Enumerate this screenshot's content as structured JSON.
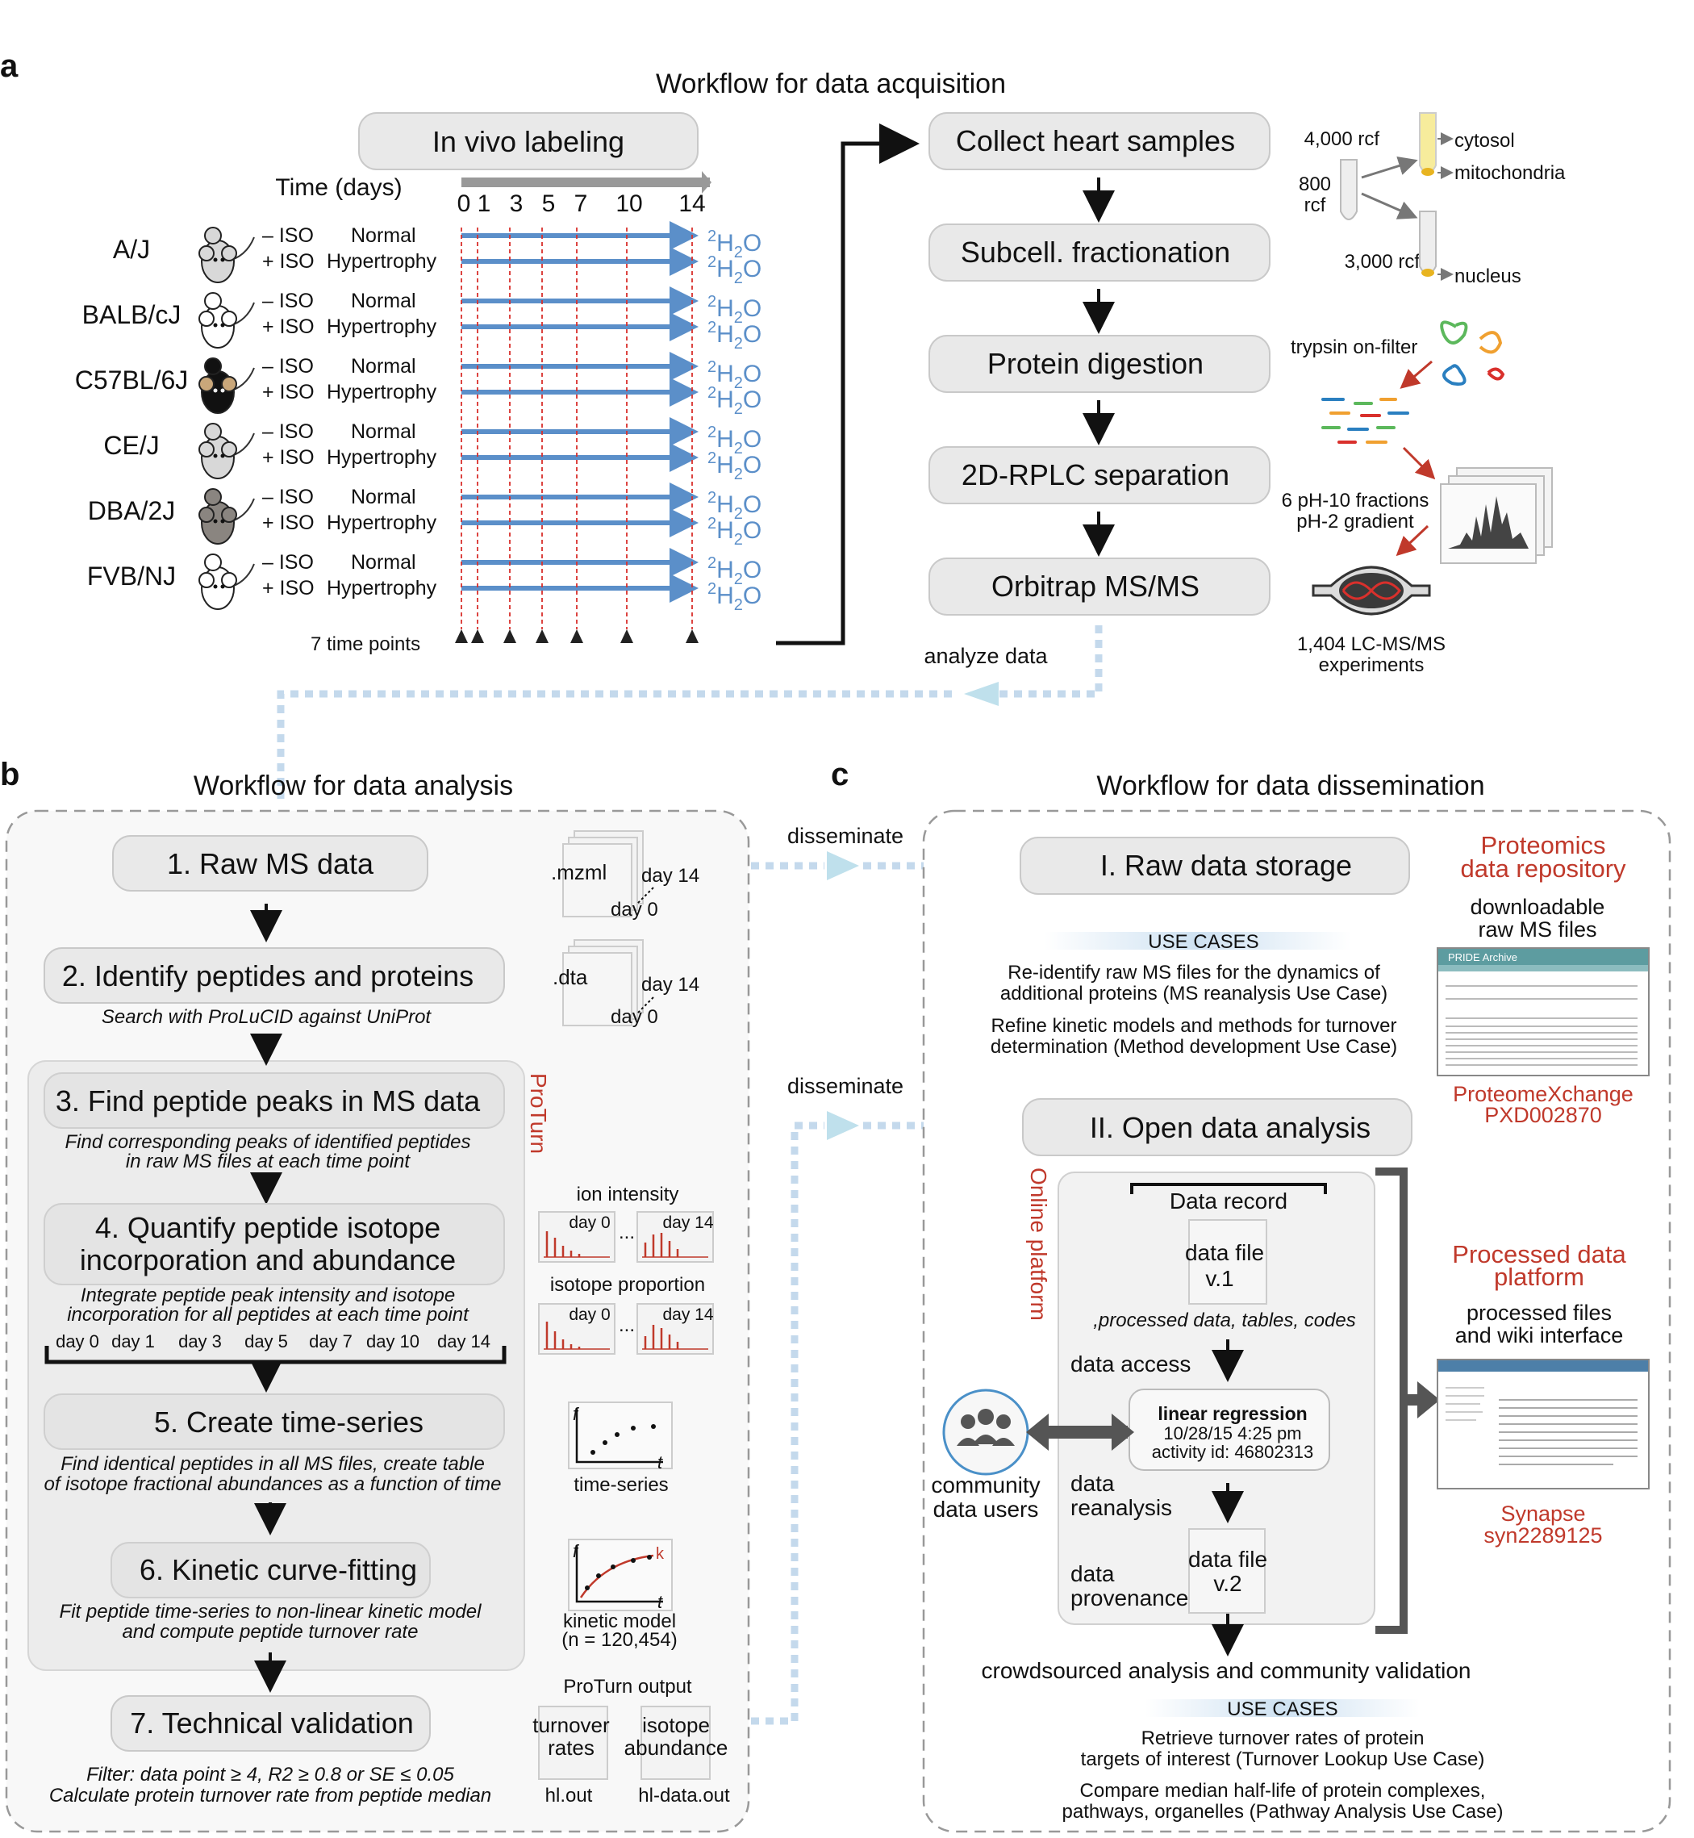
{
  "panel_a": {
    "letter": "a",
    "title": "Workflow for data acquisition",
    "in_vivo_box": "In vivo labeling",
    "time_label": "Time (days)",
    "time_ticks": [
      "0",
      "1",
      "3",
      "5",
      "7",
      "10",
      "14"
    ],
    "strains": [
      {
        "name": "A/J",
        "mouse": "grey"
      },
      {
        "name": "BALB/cJ",
        "mouse": "white"
      },
      {
        "name": "C57BL/6J",
        "mouse": "black"
      },
      {
        "name": "CE/J",
        "mouse": "grey"
      },
      {
        "name": "DBA/2J",
        "mouse": "brown"
      },
      {
        "name": "FVB/NJ",
        "mouse": "white"
      }
    ],
    "cond_minus": "– ISO",
    "cond_plus": "+ ISO",
    "normal": "Normal",
    "hypertrophy": "Hypertrophy",
    "water_sup": "2",
    "water_h": "H",
    "water_sub": "2",
    "water_o": "O",
    "time_points": "7 time points",
    "steps": [
      "Collect heart samples",
      "Subcell. fractionation",
      "Protein digestion",
      "2D-RPLC separation",
      "Orbitrap MS/MS"
    ],
    "rcf_4000": "4,000 rcf",
    "rcf_800a": "800",
    "rcf_800b": "rcf",
    "rcf_3000": "3,000 rcf",
    "cytosol": "cytosol",
    "mitochondria": "mitochondria",
    "nucleus": "nucleus",
    "trypsin": "trypsin on-filter",
    "fractions1": "6 pH-10 fractions",
    "fractions2": "pH-2 gradient",
    "experiments1": "1,404 LC-MS/MS",
    "experiments2": "experiments",
    "analyze": "analyze data"
  },
  "panel_b": {
    "letter": "b",
    "title": "Workflow for data analysis",
    "step1": "1. Raw MS data",
    "step2": "2. Identify peptides and proteins",
    "step2_sub": "Search with ProLuCID against UniProt",
    "step3": "3. Find peptide peaks in MS data",
    "step3_sub1": "Find corresponding peaks of identified peptides",
    "step3_sub2": "in raw MS files at each time point",
    "proturn": "ProTurn",
    "step4a": "4. Quantify peptide isotope",
    "step4b": "incorporation and abundance",
    "step4_sub1": "Integrate peptide peak intensity and isotope",
    "step4_sub2": "incorporation for all peptides at each time point",
    "days": [
      "day 0",
      "day 1",
      "day 3",
      "day 5",
      "day 7",
      "day 10",
      "day 14"
    ],
    "step5": "5. Create time-series",
    "step5_sub1": "Find identical peptides in all MS files, create table",
    "step5_sub2": "of isotope fractional abundances as a function of time",
    "step6": "6. Kinetic curve-fitting",
    "step6_sub1": "Fit peptide time-series to non-linear kinetic model",
    "step6_sub2": "and compute peptide turnover rate",
    "step7": "7. Technical validation",
    "step7_sub1": "Filter: data point ≥ 4,  R2 ≥ 0.8 or SE ≤ 0.05",
    "step7_sub2": "Calculate protein turnover rate from peptide median",
    "mzml": ".mzml",
    "dta": ".dta",
    "day14": "day 14",
    "day0": "day 0",
    "ion_intensity": "ion intensity",
    "isotope_proportion": "isotope proportion",
    "ellipsis": "...",
    "timeseries": "time-series",
    "f": "f",
    "t": "t",
    "k": "k",
    "kinetic1": "kinetic model",
    "kinetic2": "(n = 120,454)",
    "output_title": "ProTurn output",
    "turnover1": "turnover",
    "turnover2": "rates",
    "isotope1": "isotope",
    "isotope2": "abundance",
    "hlout": "hl.out",
    "hldata": "hl-data.out"
  },
  "panel_c": {
    "letter": "c",
    "title": "Workflow for data dissemination",
    "disseminate": "disseminate",
    "storage": "I. Raw data storage",
    "use_cases": "USE CASES",
    "uc1a": "Re-identify raw MS files for the dynamics of",
    "uc1b": "additional proteins (MS reanalysis Use Case)",
    "uc2a": "Refine kinetic models and methods for turnover",
    "uc2b": "determination (Method development Use Case)",
    "repo1": "Proteomics",
    "repo2": "data repository",
    "dl1": "downloadable",
    "dl2": "raw MS files",
    "pride": "PRIDE Archive",
    "px1": "ProteomeXchange",
    "px2": "PXD002870",
    "open": "II. Open data analysis",
    "online": "Online platform",
    "data_record": "Data record",
    "data_file": "data file",
    "v1": "v.1",
    "v2": "v.2",
    "processed": ",processed data, tables, codes",
    "data_access": "data access",
    "lr_title": "linear regression",
    "lr_date": "10/28/15 4:25 pm",
    "lr_id": "activity id: 46802313",
    "community1": "community",
    "community2": "data users",
    "reanalysis1": "data",
    "reanalysis2": "reanalysis",
    "provenance1": "data",
    "provenance2": "provenance",
    "proc1": "Processed data",
    "proc2": "platform",
    "procfiles1": "processed files",
    "procfiles2": "and wiki interface",
    "synapse1": "Synapse",
    "synapse2": "syn2289125",
    "crowd": "crowdsourced analysis and community validation",
    "use_cases2": "USE CASES",
    "uc3a": "Retrieve turnover rates of protein",
    "uc3b": "targets of interest (Turnover Lookup Use Case)",
    "uc4a": "Compare median half-life of protein complexes,",
    "uc4b": "pathways, organelles (Pathway Analysis Use Case)"
  },
  "colors": {
    "accent_blue": "#5b8fc9",
    "accent_red": "#c0392b",
    "dotted_blue": "#c4d9ec",
    "box_grey": "#e9e9e9"
  }
}
